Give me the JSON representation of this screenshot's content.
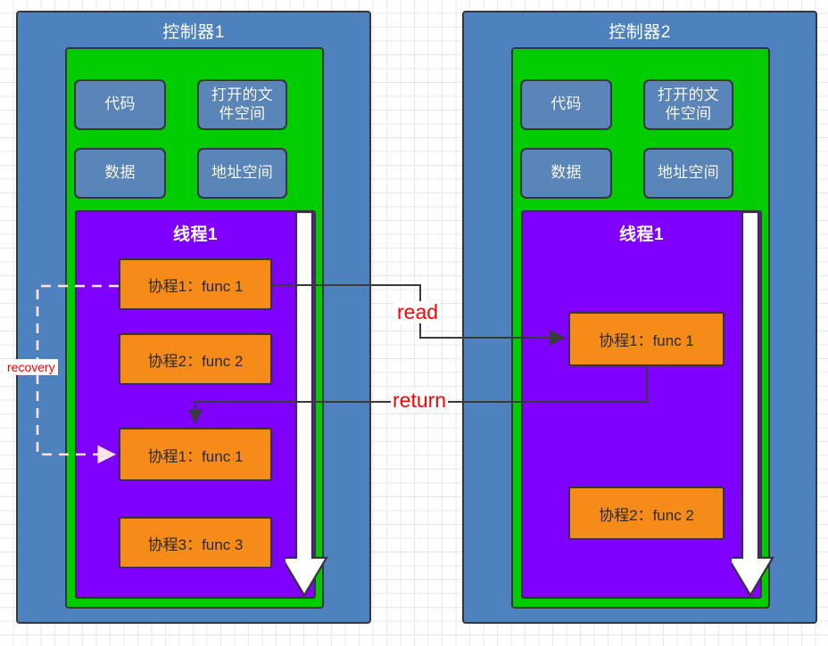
{
  "diagram": {
    "title_note": "Goroutine migration between two controllers",
    "colors": {
      "controller_fill": "#4d82bf",
      "memory_fill": "#00cc00",
      "thread_fill": "#8000ff",
      "segment_fill": "#5985b8",
      "coroutine_fill": "#f58c19",
      "border": "#36343c",
      "label_red": "#ff0000",
      "recovery_dash": "#ffe6e6",
      "grid": "#e8e8e8"
    }
  },
  "controllers": [
    {
      "id": "controller-1",
      "title": "控制器1",
      "thread_title": "线程1",
      "segments": [
        {
          "id": "code",
          "label": "代码"
        },
        {
          "id": "open-files",
          "label": "打开的文\n件空间"
        },
        {
          "id": "data",
          "label": "数据"
        },
        {
          "id": "address",
          "label": "地址空间"
        }
      ],
      "coroutines": [
        {
          "id": "c1-co1",
          "label": "协程1：func 1"
        },
        {
          "id": "c1-co2",
          "label": "协程2：func 2"
        },
        {
          "id": "c1-co3",
          "label": "协程1：func 1"
        },
        {
          "id": "c1-co4",
          "label": "协程3：func 3"
        }
      ]
    },
    {
      "id": "controller-2",
      "title": "控制器2",
      "thread_title": "线程1",
      "segments": [
        {
          "id": "code",
          "label": "代码"
        },
        {
          "id": "open-files",
          "label": "打开的文\n件空间"
        },
        {
          "id": "data",
          "label": "数据"
        },
        {
          "id": "address",
          "label": "地址空间"
        }
      ],
      "coroutines": [
        {
          "id": "c2-co1",
          "label": "协程1：func 1"
        },
        {
          "id": "c2-co2",
          "label": "协程2：func 2"
        }
      ]
    }
  ],
  "edges": [
    {
      "id": "edge-read",
      "label": "read"
    },
    {
      "id": "edge-return",
      "label": "return"
    },
    {
      "id": "edge-recovery",
      "label": "recovery"
    }
  ]
}
